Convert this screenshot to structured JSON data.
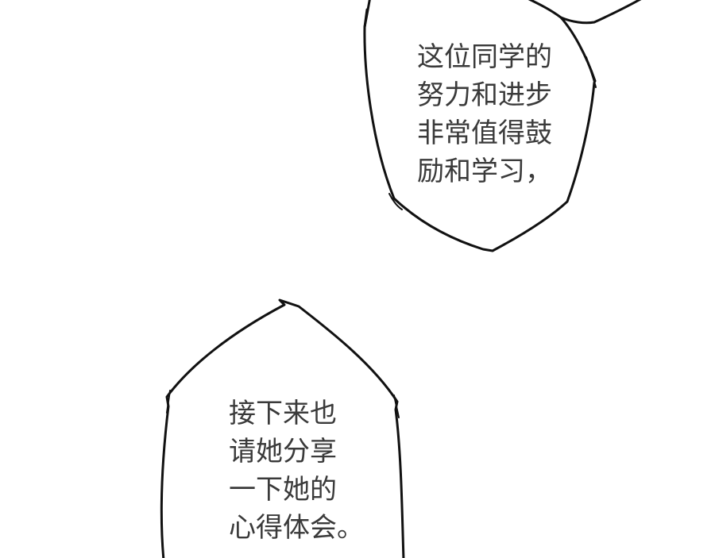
{
  "page": {
    "background": "#ffffff",
    "ink_color": "#111111",
    "text_color": "#3a3a3a"
  },
  "bubble_top": {
    "lines": [
      "这位同学的",
      "努力和进步",
      "非常值得鼓",
      "励和学习，"
    ]
  },
  "bubble_bottom": {
    "lines": [
      "接下来也",
      "请她分享",
      "一下她的",
      "心得体会。"
    ]
  }
}
